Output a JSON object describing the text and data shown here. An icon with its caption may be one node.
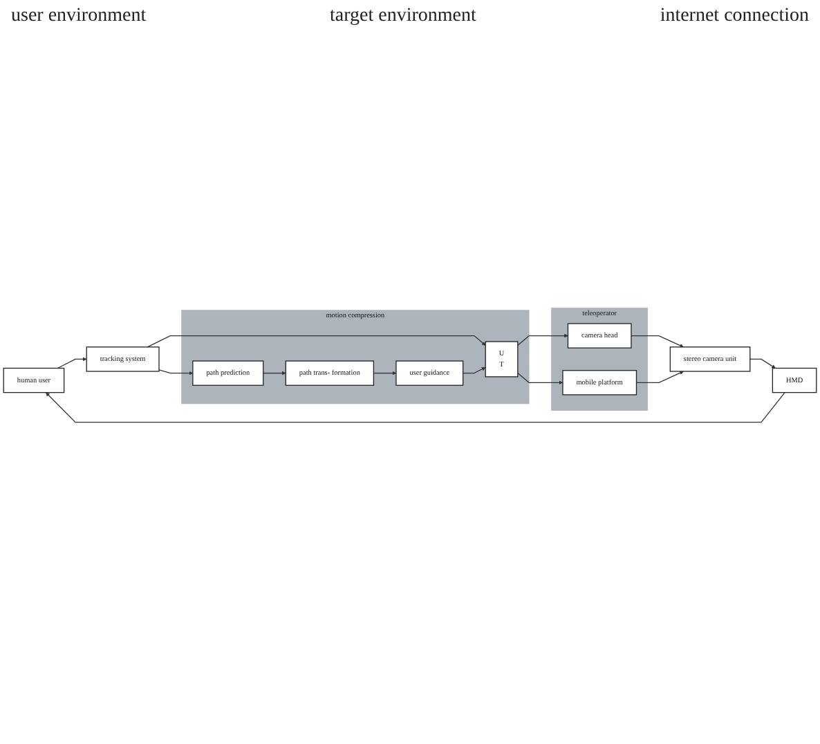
{
  "diagram": {
    "nodes": [
      {
        "text": [
          "human user"
        ]
      },
      {
        "text": [
          "HMD"
        ]
      },
      {
        "text": [
          "stereo camera unit"
        ]
      },
      {
        "text": [
          "motion compression"
        ]
      },
      {
        "text": [
          "U",
          "T"
        ],
        "in": 3
      },
      {
        "text": [
          "user guidance"
        ],
        "in": 3
      },
      {
        "text": [
          "path trans- formation"
        ],
        "in": 3
      },
      {
        "text": [
          "path prediction"
        ],
        "in": 3
      },
      {
        "text": [
          "tracking system"
        ]
      },
      {
        "text": [
          "teleoperator"
        ]
      },
      {
        "text": [
          "camera head"
        ],
        "in": 9
      },
      {
        "text": [
          "mobile platform"
        ],
        "in": 9
      }
    ],
    "edges": [
      {
        "from": 0,
        "to": 8,
        "arrow": "to"
      },
      {
        "from": 8,
        "to": 4,
        "arrow": "to"
      },
      {
        "from": 8,
        "to": 7,
        "arrow": "to"
      },
      {
        "from": 7,
        "to": 6,
        "arrow": "to"
      },
      {
        "from": 6,
        "to": 5,
        "arrow": "to"
      },
      {
        "from": 5,
        "to": 4,
        "arrow": "to"
      },
      {
        "from": 4,
        "to": 10,
        "arrow": "to"
      },
      {
        "from": 4,
        "to": 11,
        "arrow": "to"
      },
      {
        "from": 10,
        "to": 2,
        "arrow": "to"
      },
      {
        "from": 11,
        "to": 2,
        "arrow": "to"
      },
      {
        "from": 2,
        "to": 1,
        "arrow": "to"
      },
      {
        "from": 1,
        "to": 0,
        "arrow": "to"
      }
    ],
    "labels": [
      "user environment",
      "target environment",
      "internet connection"
    ]
  }
}
